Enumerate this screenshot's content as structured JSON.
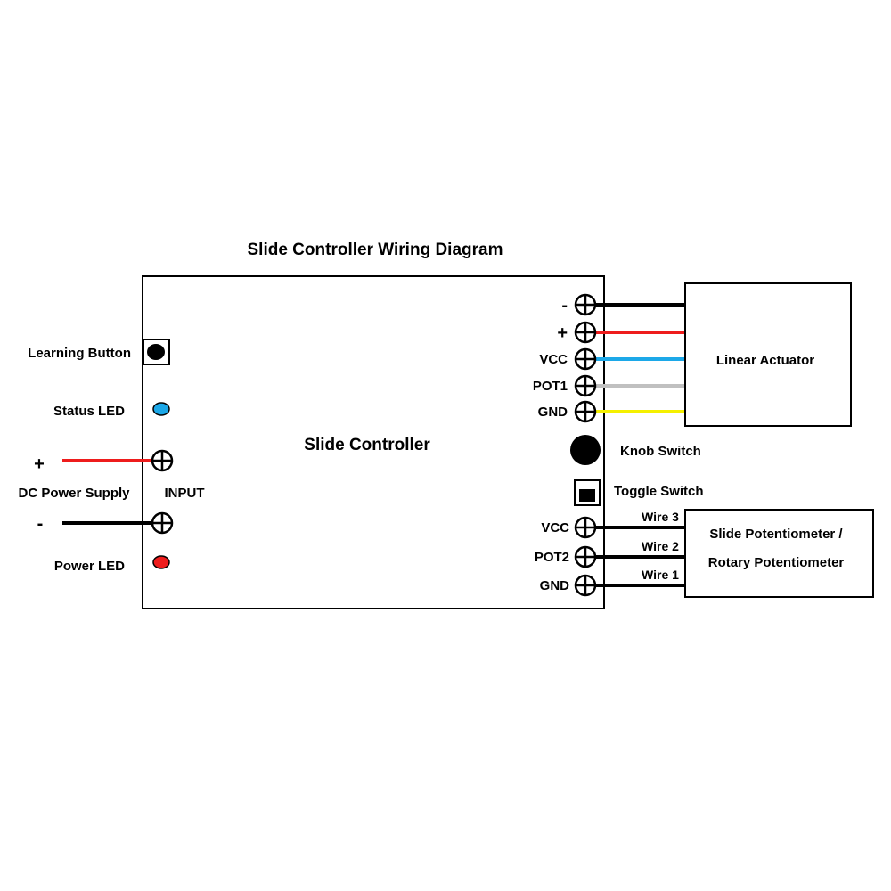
{
  "title": "Slide Controller Wiring Diagram",
  "controller": {
    "label": "Slide Controller",
    "learning_button": "Learning Button",
    "status_led": "Status LED",
    "power_led": "Power LED",
    "input_label": "INPUT",
    "knob_switch": "Knob Switch",
    "toggle_switch": "Toggle Switch"
  },
  "power_supply": {
    "label": "DC Power Supply",
    "plus": "+",
    "minus": "-"
  },
  "actuator_terminals": [
    {
      "label": "-",
      "wire_color": "#000000"
    },
    {
      "label": "+",
      "wire_color": "#ee1c1c"
    },
    {
      "label": "VCC",
      "wire_color": "#1ca8e8"
    },
    {
      "label": "POT1",
      "wire_color": "#c0c0c0"
    },
    {
      "label": "GND",
      "wire_color": "#f5f000"
    }
  ],
  "linear_actuator": {
    "label": "Linear Actuator"
  },
  "pot_terminals": [
    {
      "label": "VCC",
      "wire": "Wire 3"
    },
    {
      "label": "POT2",
      "wire": "Wire 2"
    },
    {
      "label": "GND",
      "wire": "Wire 1"
    }
  ],
  "potentiometer": {
    "line1": "Slide Potentiometer /",
    "line2": "Rotary Potentiometer"
  },
  "colors": {
    "status_led": "#1ca8e8",
    "power_led": "#ee1c1c",
    "plus_wire": "#ee1c1c",
    "minus_wire": "#000000"
  }
}
